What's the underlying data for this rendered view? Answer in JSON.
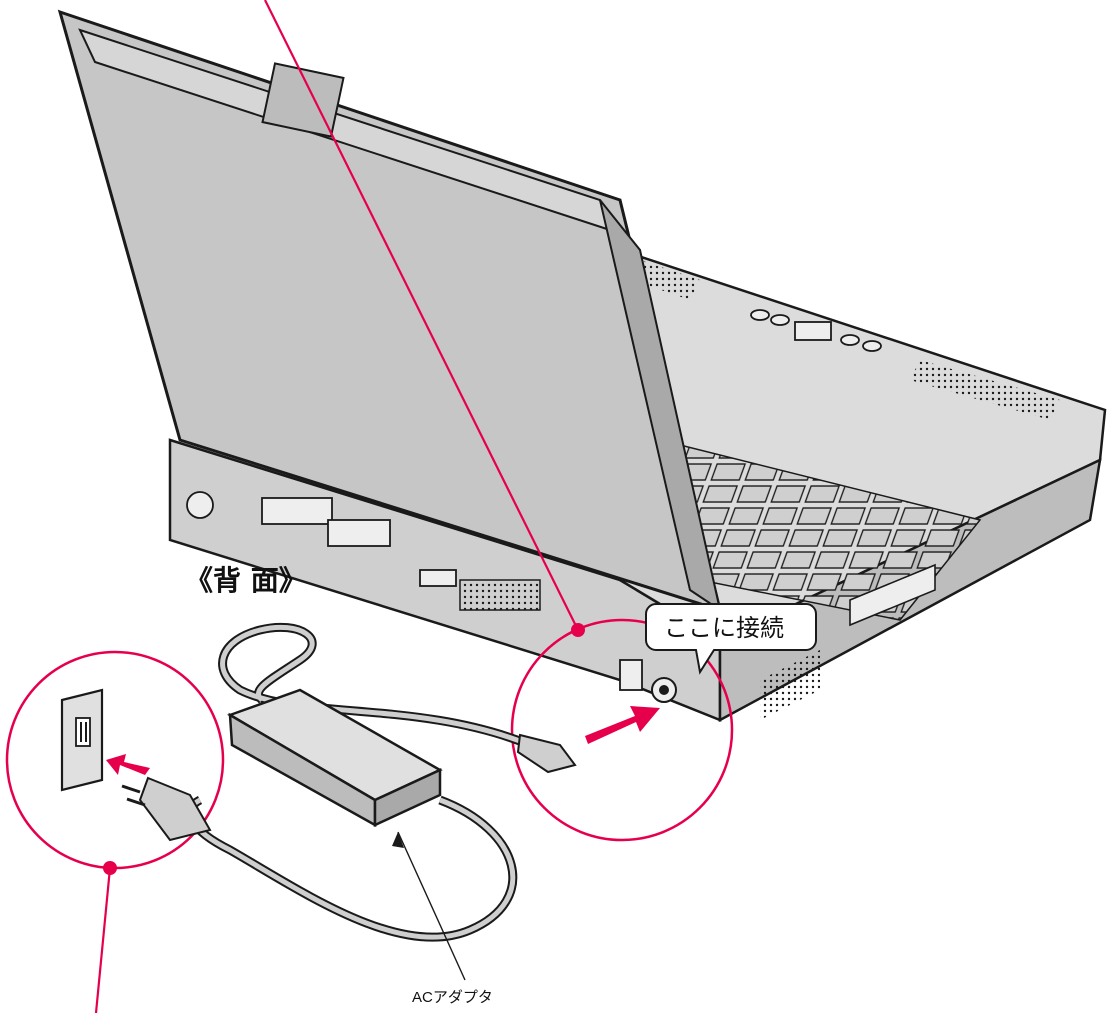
{
  "labels": {
    "view": "《背 面》",
    "connect_here": "ここに接続",
    "ac_adapter": "ACアダプタ"
  },
  "colors": {
    "accent": "#e6004c",
    "body": "#d9d9d9",
    "body_dark": "#a8a8a8",
    "outline": "#1a1a1a"
  },
  "icons": {
    "plug_arrow": "arrow-right-icon",
    "outlet": "wall-outlet-icon"
  }
}
